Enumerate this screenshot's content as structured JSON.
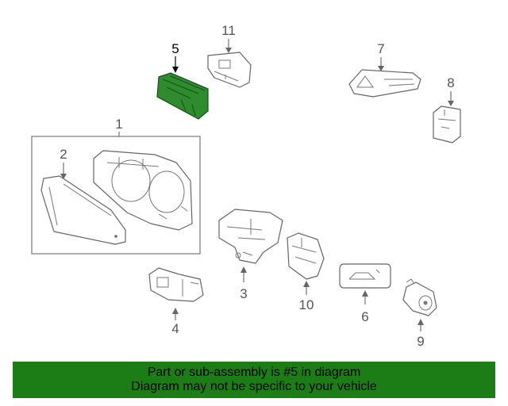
{
  "diagram": {
    "callouts": [
      {
        "id": "1",
        "label": "1"
      },
      {
        "id": "2",
        "label": "2"
      },
      {
        "id": "3",
        "label": "3"
      },
      {
        "id": "4",
        "label": "4"
      },
      {
        "id": "5",
        "label": "5",
        "highlighted": true
      },
      {
        "id": "6",
        "label": "6"
      },
      {
        "id": "7",
        "label": "7"
      },
      {
        "id": "8",
        "label": "8"
      },
      {
        "id": "9",
        "label": "9"
      },
      {
        "id": "10",
        "label": "10"
      },
      {
        "id": "11",
        "label": "11"
      }
    ],
    "highlight_color": "#2e8b2e",
    "line_color": "#666666"
  },
  "banner": {
    "line1": "Part or sub-assembly is #5 in diagram",
    "line2": "Diagram may not be specific to your vehicle",
    "background": "#1c7d16"
  }
}
